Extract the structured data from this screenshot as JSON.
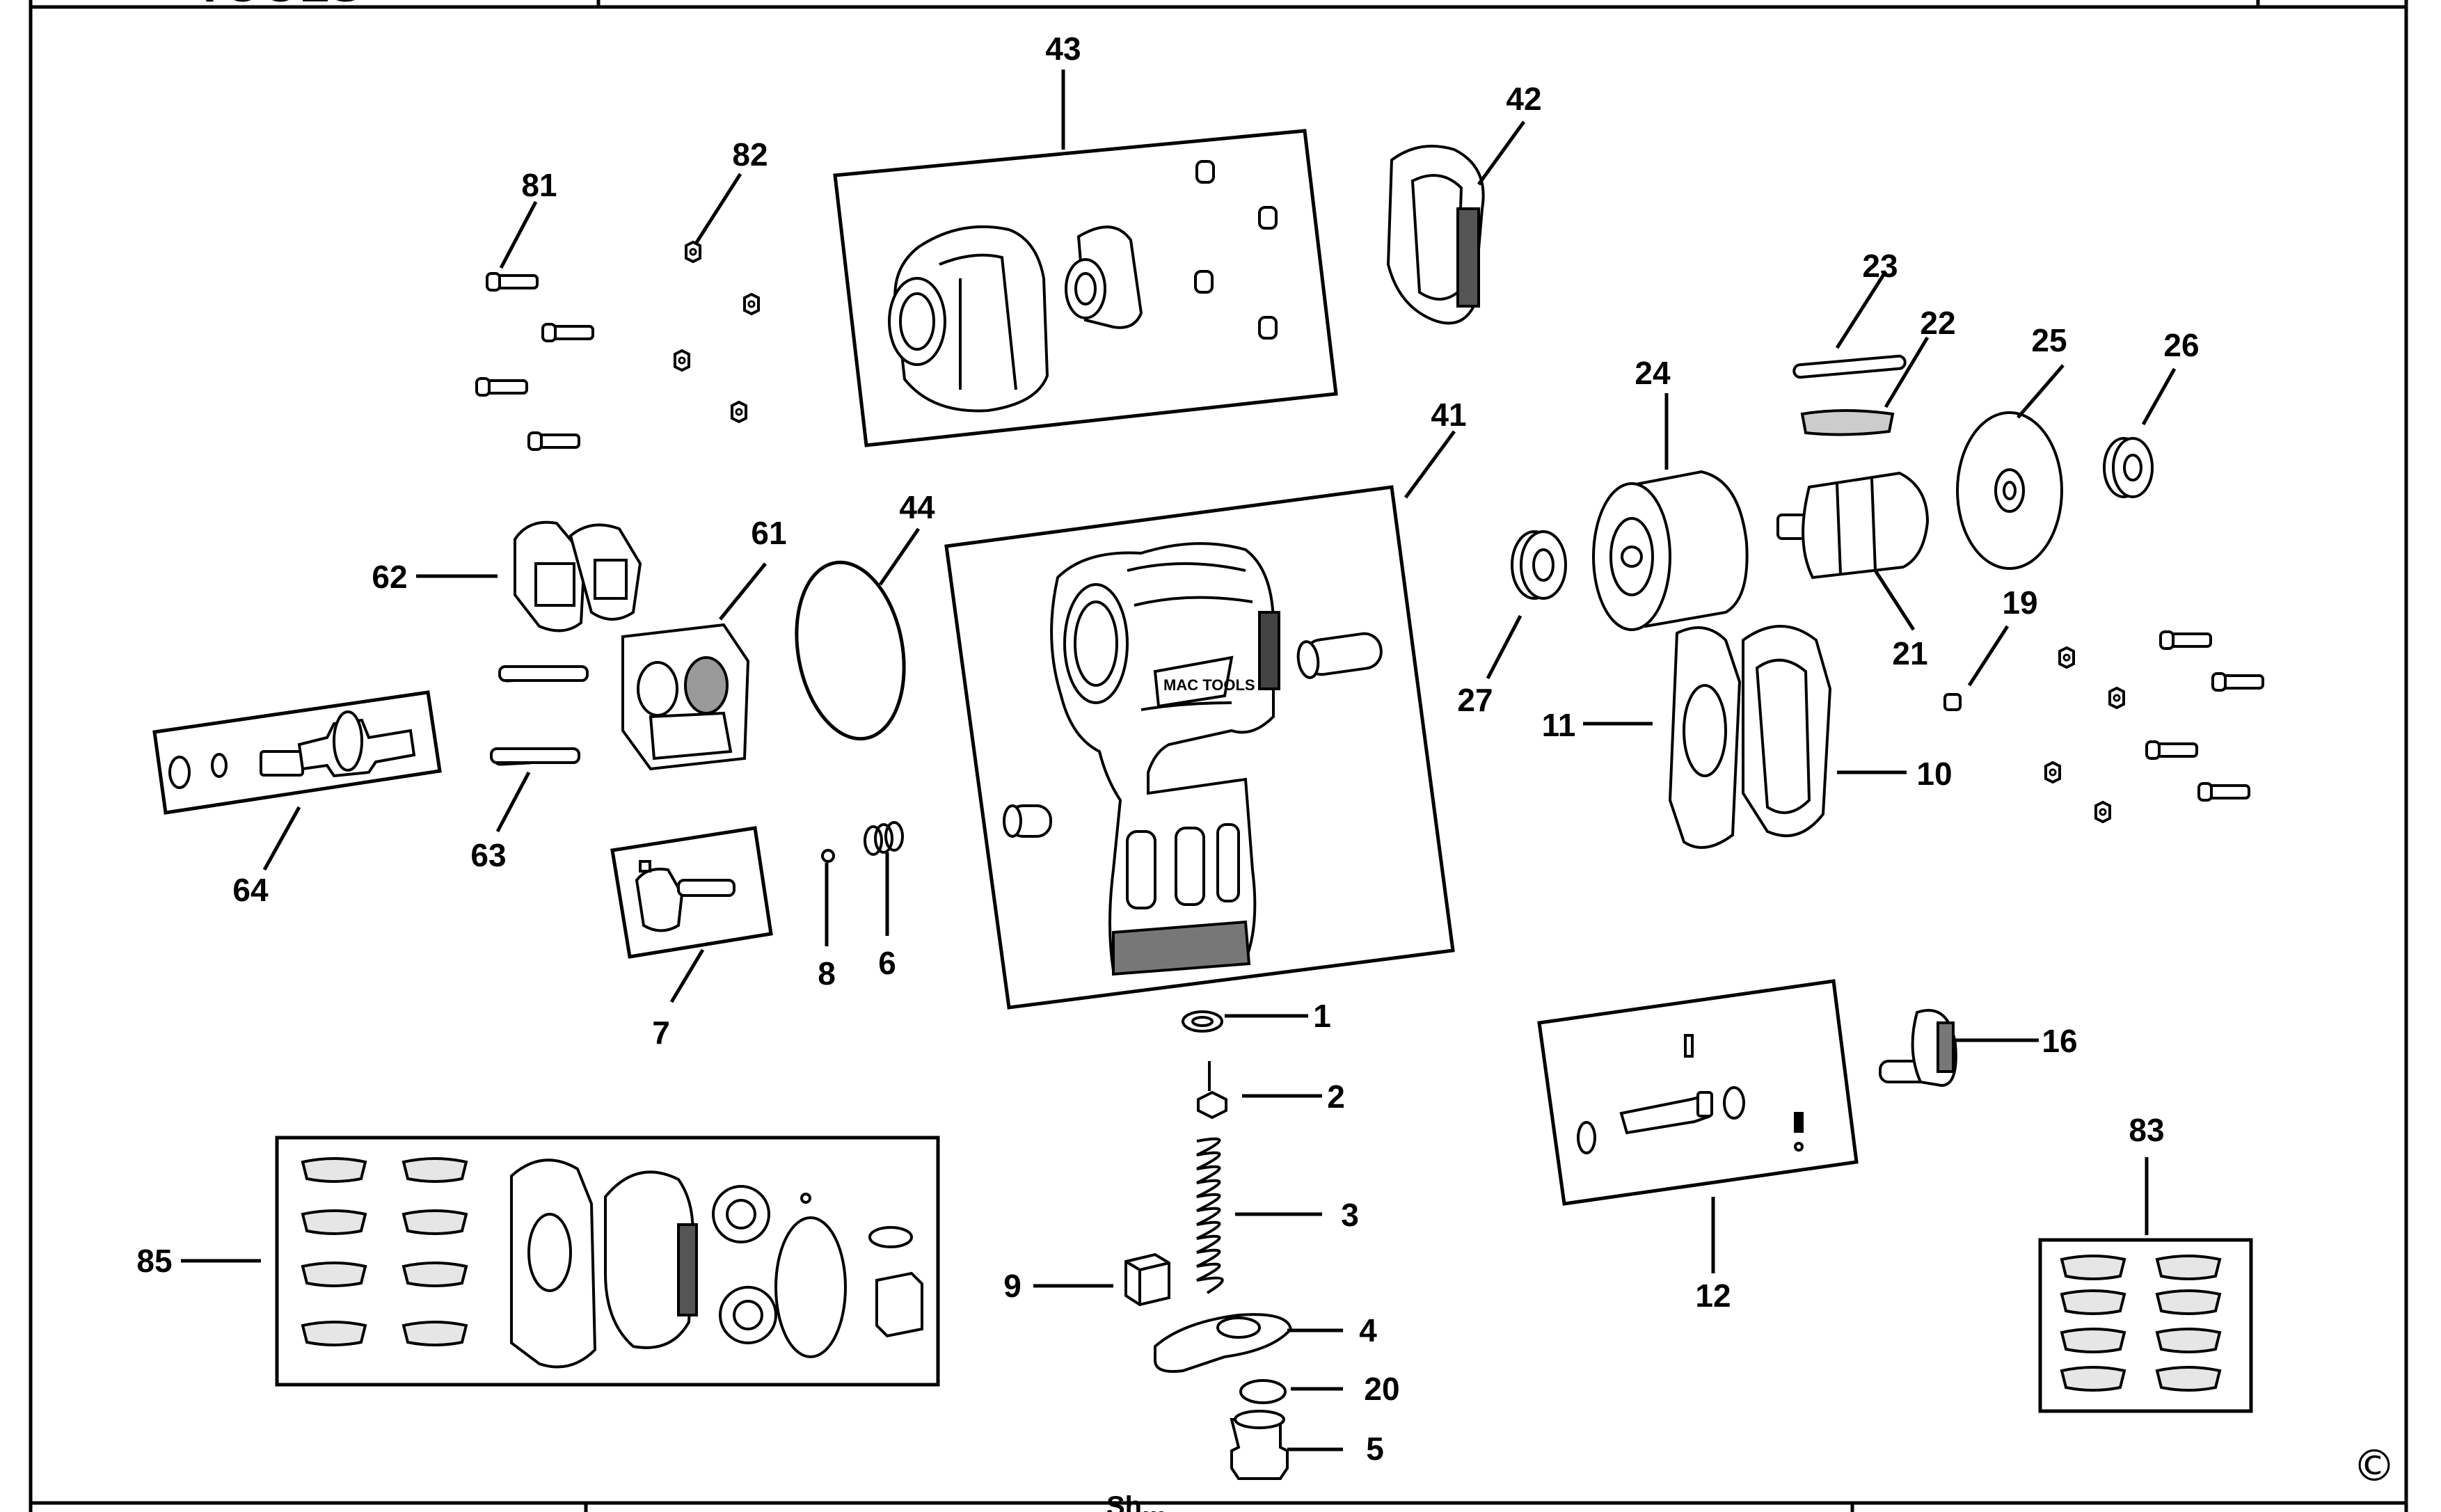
{
  "header": {
    "logo_text": "TOOLS"
  },
  "footer": {
    "title_fragment": "Sh..."
  },
  "copyright_symbol": "©",
  "callouts": {
    "c1": "1",
    "c2": "2",
    "c3": "3",
    "c4": "4",
    "c5": "5",
    "c6": "6",
    "c7": "7",
    "c8": "8",
    "c9": "9",
    "c10": "10",
    "c11": "11",
    "c12": "12",
    "c16": "16",
    "c19": "19",
    "c20": "20",
    "c21": "21",
    "c22": "22",
    "c23": "23",
    "c24": "24",
    "c25": "25",
    "c26": "26",
    "c27": "27",
    "c41": "41",
    "c42": "42",
    "c43": "43",
    "c44": "44",
    "c61": "61",
    "c62": "62",
    "c63": "63",
    "c64": "64",
    "c81": "81",
    "c82": "82",
    "c83": "83",
    "c85": "85"
  },
  "brand_mark": "MAC TOOLS"
}
